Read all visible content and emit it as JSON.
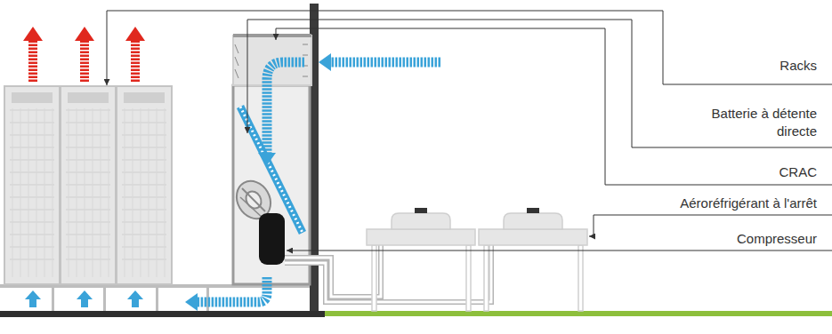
{
  "diagram": {
    "labels": [
      "Racks",
      "Batterie à détente directe",
      "CRAC",
      "Aéroréfrigérant à l'arrêt",
      "Compresseur"
    ]
  }
}
